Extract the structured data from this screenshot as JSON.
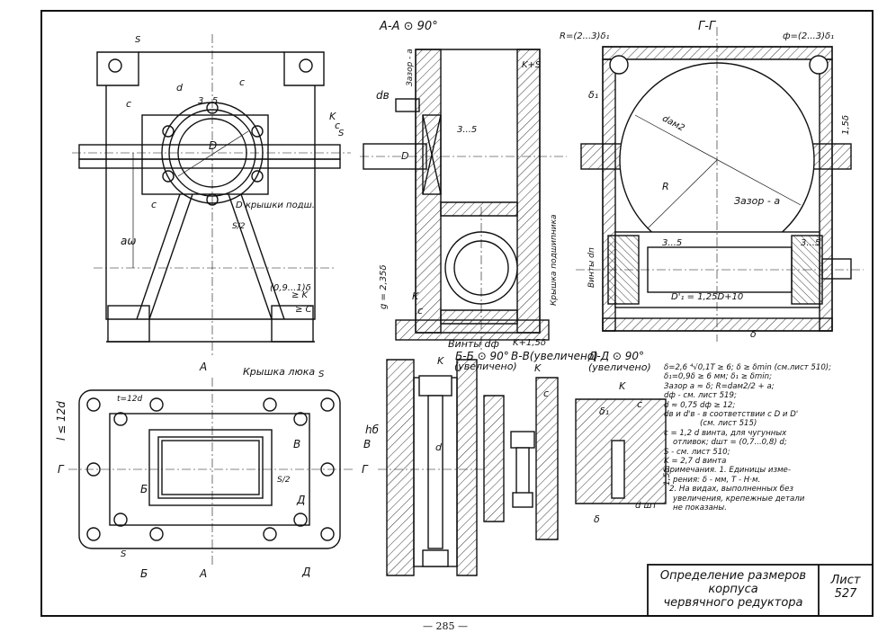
{
  "sheet": {
    "page_number": "— 285 —",
    "title_lines": [
      "Определение размеров",
      "корпуса",
      "червячного редуктора"
    ],
    "sheet_label": "Лист",
    "sheet_number": "527"
  },
  "views": {
    "aa": "А-А",
    "aa_rot": "90°",
    "gg": "Г-Г",
    "bb": "Б-Б",
    "bb_rot": "90°",
    "vv": "В-В",
    "vv_zoom": "(увеличено)",
    "bb_zoom": "(увеличено)",
    "dd": "Д-Д",
    "dd_rot": "90°",
    "dd_zoom": "(увеличено)"
  },
  "labels": {
    "krysh_podsh": "D крышки подш.",
    "krysh_lyuka": "Крышка люка",
    "vinty_df": "Винты dф",
    "zazor": "Зазор - a",
    "zazor_v": "Зазор - a",
    "R_formula": "R=(2...3)δ₁",
    "phi_formula": "ф=(2...3)δ₁",
    "dam2": "dам2",
    "D1": "D'₁ = 1,25D+10",
    "krysh_pod_v": "Крышка подшипника",
    "vinty_dp": "Винты dп",
    "k_plus_s": "K+S",
    "k_plus_15": "K+1,5δ",
    "g_val": "g = 2,35δ",
    "lt12d": "l ≤ 12d",
    "t12d": "t=12d",
    "s": "S",
    "s2": "S/2",
    "c": "c",
    "k": "K",
    "d": "d",
    "D": "D",
    "dv": "dв",
    "aw": "aω",
    "R": "R",
    "hb": "hб",
    "d_sht": "d шт",
    "delta": "δ",
    "delta1": "δ₁",
    "zero9": "(0,9...1)δ",
    "gtk": "≥ K",
    "gtc": "≥ C",
    "three5": "3...5",
    "one5d": "1,5δ",
    "bb_letter": "Б",
    "vv_letter": "В",
    "gg_letter": "Г",
    "aa_letter": "А",
    "dd_letter": "Д"
  },
  "notes": [
    "δ=2,6 ⁴√0,1T ≥ 6; δ ≥ δmin (см.лист 510);",
    "δ₁=0,9δ ≥ 6 мм; δ₁ ≥ δmin;",
    "Зазор a ≈ δ; R=dам2/2 + a;",
    "dф - см. лист 519;",
    "d ≈ 0,75 dф ≥ 12;",
    "dв и d'в - в соответствии с D и D'",
    "(см. лист 515)",
    "c = 1,2 d винта, для чугунных",
    "отливок; dшт = (0,7...0,8) d;",
    "S - см. лист 510;",
    "K = 2,7 d винта",
    "Примечания. 1. Единицы изме-",
    "рения: δ - мм, T - Н·м.",
    "2. На видах, выполненных без",
    "увеличения, крепежные детали",
    "не показаны."
  ]
}
